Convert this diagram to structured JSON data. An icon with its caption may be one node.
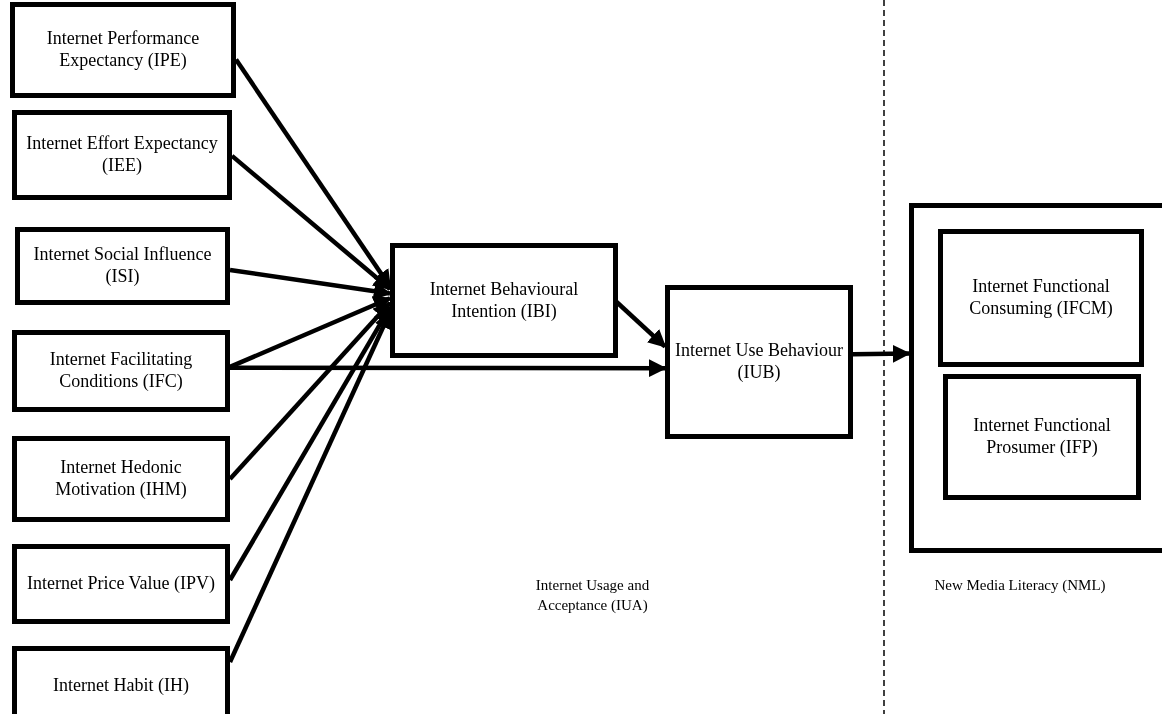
{
  "diagram": {
    "nodes": [
      {
        "text": [
          "Internet Performance Expectancy (IPE)"
        ]
      },
      {
        "text": [
          "Internet Effort Expectancy (IEE)"
        ]
      },
      {
        "text": [
          "Internet Social Influence (ISI)"
        ]
      },
      {
        "text": [
          "Internet Facilitating Conditions (IFC)"
        ]
      },
      {
        "text": [
          "Internet Hedonic Motivation (IHM)"
        ]
      },
      {
        "text": [
          "Internet Price Value (IPV)"
        ]
      },
      {
        "text": [
          "Internet Habit (IH)"
        ]
      },
      {
        "text": [
          "Internet Behavioural Intention (IBI)"
        ]
      },
      {
        "text": [
          "Internet Use Behaviour (IUB)"
        ]
      },
      {
        "text": [],
        "shape": "box"
      },
      {
        "text": [
          "Internet Functional Consuming (IFCM)"
        ],
        "in": 9
      },
      {
        "text": [
          "Internet Functional Prosumer (IFP)"
        ],
        "in": 9
      }
    ],
    "edges": [
      {
        "from": 0,
        "to": 7,
        "arrow": "to"
      },
      {
        "from": 1,
        "to": 7,
        "arrow": "to"
      },
      {
        "from": 2,
        "to": 7,
        "arrow": "to"
      },
      {
        "from": 3,
        "to": 7,
        "arrow": "to"
      },
      {
        "from": 4,
        "to": 7,
        "arrow": "to"
      },
      {
        "from": 5,
        "to": 7,
        "arrow": "to"
      },
      {
        "from": 6,
        "to": 7,
        "arrow": "to"
      },
      {
        "from": 3,
        "to": 8,
        "arrow": "to"
      },
      {
        "from": 7,
        "to": 8,
        "arrow": "to"
      },
      {
        "from": 8,
        "to": 9,
        "arrow": "to"
      }
    ],
    "labels": [
      "Internet Usage and Acceptance (IUA)",
      "New Media Literacy (NML)"
    ]
  }
}
